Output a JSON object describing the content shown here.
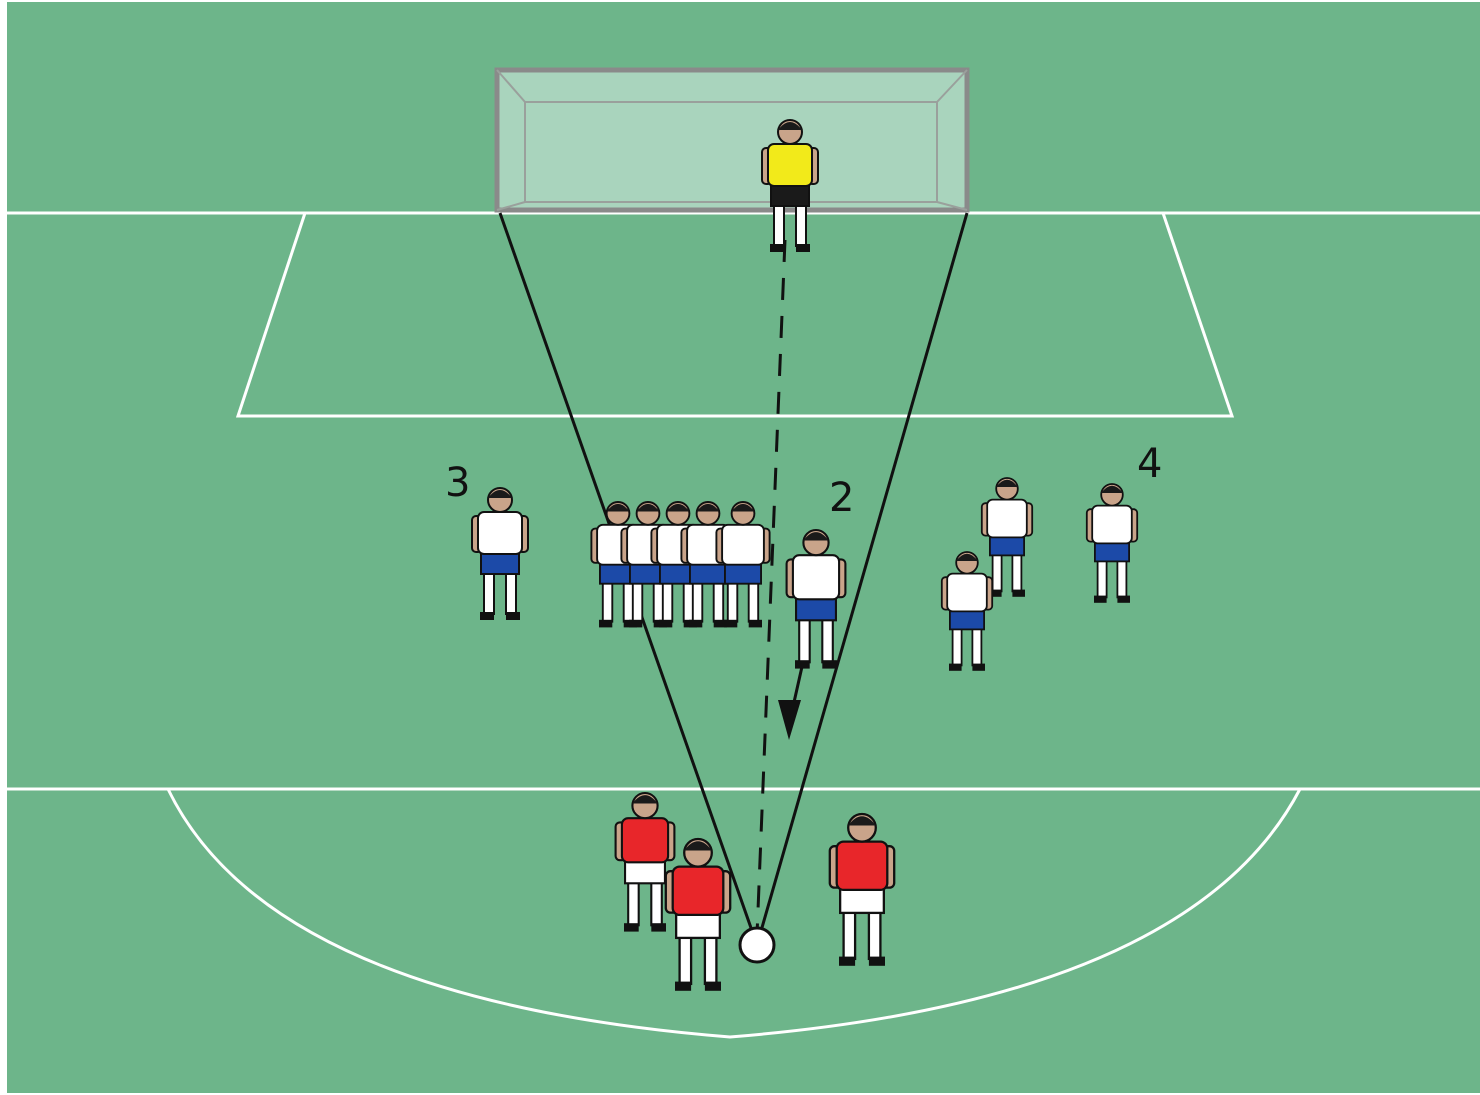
{
  "colors": {
    "pitch": "#6db58a",
    "lines": "#ffffff",
    "net": "#a9d4bd",
    "goal_frame": "#8a8a8a",
    "home_shirt": "#e8262a",
    "home_shorts": "#ffffff",
    "away_shirt": "#ffffff",
    "away_shorts": "#1c4aa8",
    "keeper_shirt": "#f2ea1a",
    "skin": "#c9a48a",
    "hair": "#1a1a1a",
    "sock": "#ffffff",
    "boot": "#111111"
  },
  "labels": {
    "l2": "2",
    "l3": "3",
    "l4": "4"
  },
  "icons": {
    "goal": "goal-icon",
    "player": "player-icon",
    "ball": "ball-icon"
  }
}
